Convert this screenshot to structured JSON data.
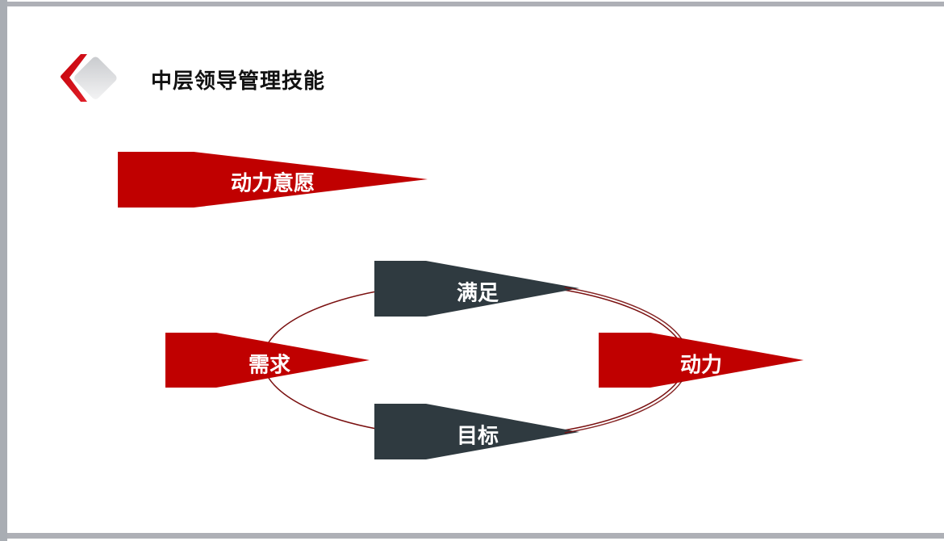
{
  "slide": {
    "title": "中层领导管理技能",
    "logo_icon": "red-chevron-diamond-logo"
  },
  "colors": {
    "red": "#c00000",
    "dark": "#2f3a40",
    "ellipse_stroke": "#7a1010",
    "frame_gray": "#aeb0b6"
  },
  "diagram": {
    "header_arrow": {
      "label": "动力意愿"
    },
    "left_node": {
      "label": "需求"
    },
    "top_node": {
      "label": "满足"
    },
    "bottom_node": {
      "label": "目标"
    },
    "right_node": {
      "label": "动力"
    }
  }
}
